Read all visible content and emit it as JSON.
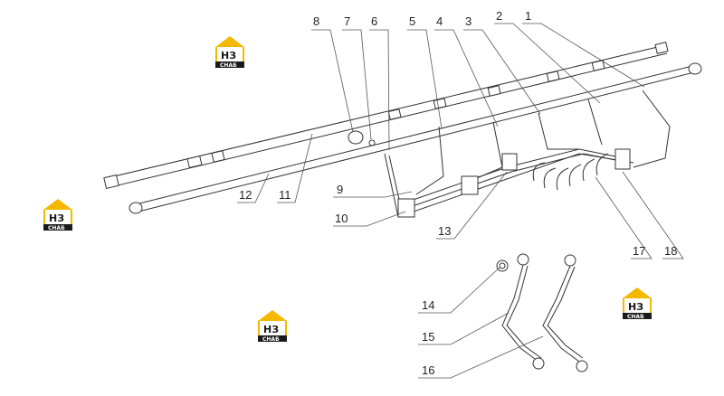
{
  "brand": {
    "mark": "НЗ",
    "sub": "СНАБ",
    "accent": "#f5b800",
    "dark": "#1a1a1a"
  },
  "callouts": [
    {
      "id": "1",
      "label": "1"
    },
    {
      "id": "2",
      "label": "2"
    },
    {
      "id": "3",
      "label": "3"
    },
    {
      "id": "4",
      "label": "4"
    },
    {
      "id": "5",
      "label": "5"
    },
    {
      "id": "6",
      "label": "6"
    },
    {
      "id": "7",
      "label": "7"
    },
    {
      "id": "8",
      "label": "8"
    },
    {
      "id": "9",
      "label": "9"
    },
    {
      "id": "10",
      "label": "10"
    },
    {
      "id": "11",
      "label": "11"
    },
    {
      "id": "12",
      "label": "12"
    },
    {
      "id": "13",
      "label": "13"
    },
    {
      "id": "14",
      "label": "14"
    },
    {
      "id": "15",
      "label": "15"
    },
    {
      "id": "16",
      "label": "16"
    },
    {
      "id": "17",
      "label": "17"
    },
    {
      "id": "18",
      "label": "18"
    }
  ]
}
